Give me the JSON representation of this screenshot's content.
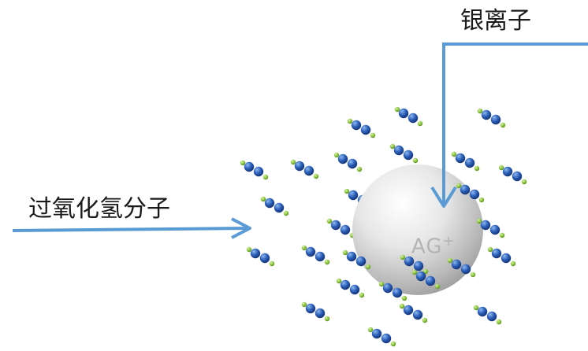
{
  "labels": {
    "silver_ion": "银离子",
    "hydrogen_peroxide": "过氧化氢分子"
  },
  "ion": {
    "symbol": "AG",
    "charge": "+"
  },
  "colors": {
    "arrow": "#5b9bd5",
    "atom_blue": "#2a5fb8",
    "atom_green": "#8cc63f",
    "sphere": "#cfcfcf"
  }
}
